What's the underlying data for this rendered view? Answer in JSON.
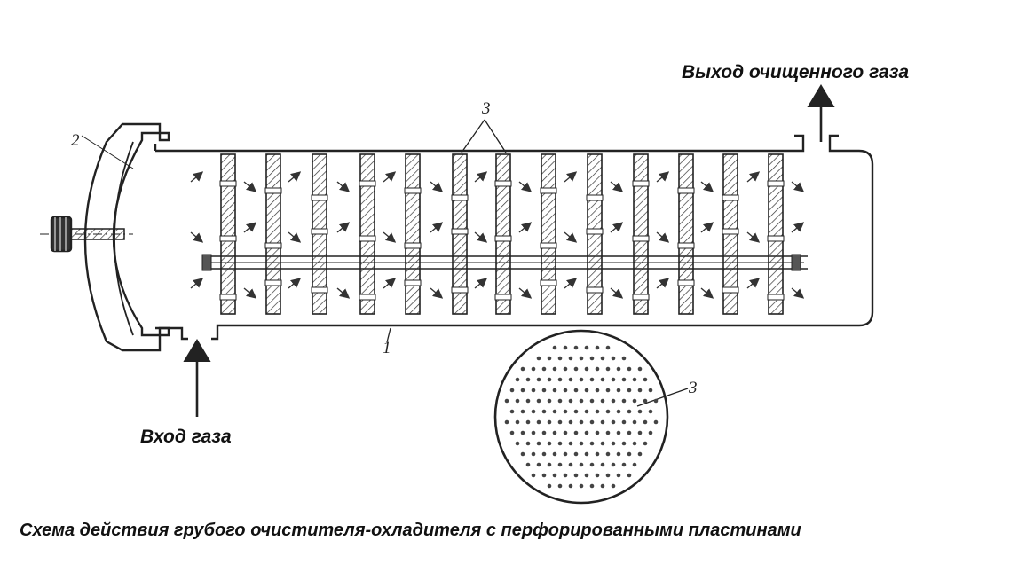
{
  "labels": {
    "outlet": "Выход очищенного газа",
    "inlet": "Вход газа",
    "caption": "Схема действия грубого очистителя-охладителя с перфорированными пластинами"
  },
  "callouts": {
    "housing": "1",
    "cover": "2",
    "plates": "3",
    "plate_detail": "3"
  },
  "colors": {
    "ink": "#222222",
    "background": "#ffffff"
  }
}
